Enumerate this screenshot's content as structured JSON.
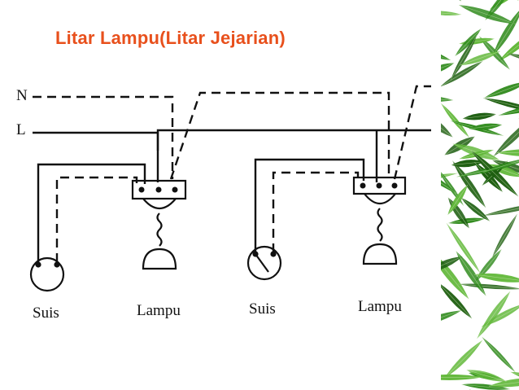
{
  "slide": {
    "title": "Litar Lampu(Litar Jejarian)",
    "title_color": "#e8501c"
  },
  "diagram": {
    "wire_labels": {
      "neutral": "N",
      "live": "L"
    },
    "switch_labels": [
      "Suis",
      "Suis"
    ],
    "lamp_labels": [
      "Lampu",
      "Lampu"
    ],
    "line_color": "#111111"
  },
  "decoration": {
    "leaf_color": "#2f8a1c",
    "leaf_dark": "#1d5e10",
    "leaf_light": "#62b83a",
    "background_color": "#ffffff"
  }
}
